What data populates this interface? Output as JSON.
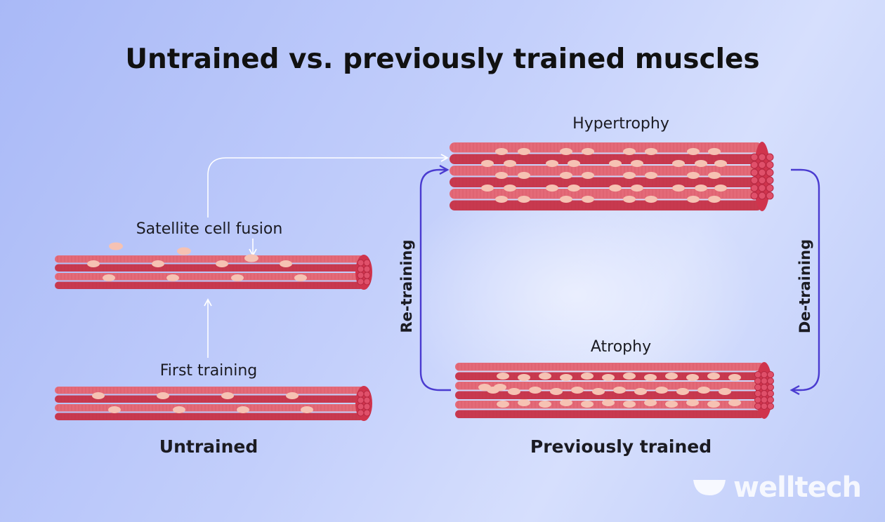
{
  "title": "Untrained vs. previously trained muscles",
  "labels": {
    "satellite": "Satellite cell fusion",
    "first_training": "First training",
    "untrained": "Untrained",
    "hypertrophy": "Hypertrophy",
    "atrophy": "Atrophy",
    "previously_trained": "Previously trained",
    "retraining": "Re-training",
    "detraining": "De-training"
  },
  "brand": {
    "name": "welltech"
  },
  "colors": {
    "fiber_light": "#e46a78",
    "fiber_dark": "#c8394f",
    "nucleus": "#f6c2b3",
    "cycle_arrow": "#4a3bd0",
    "white_arrow": "#ffffff"
  }
}
